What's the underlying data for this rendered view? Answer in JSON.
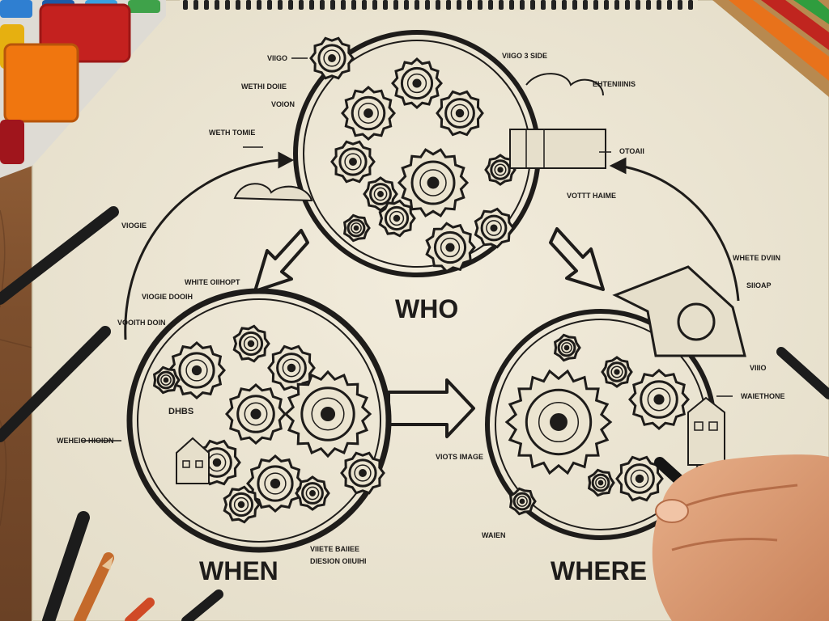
{
  "colors": {
    "desk": "#8a5a36",
    "paper": "#efe9d8",
    "ink": "#1e1c1a",
    "skin": "#e0a27c"
  },
  "main_labels": {
    "who": "WHO",
    "when": "WHEN",
    "where": "WHERE"
  },
  "scribble_labels": {
    "top_1": "VIIGO",
    "top_2": "VIIGO 3 SIDE",
    "top_3": "EHTENIIINIS",
    "top_left_1": "WETHI DOIIE",
    "top_left_2": "VOION",
    "left_1": "WETH TOMIE",
    "right_top": "OTOAII",
    "center_right": "VOTTT HAIME",
    "left_mid": "VIOGIE",
    "left_2": "WHITE OIIHOPT",
    "left_3": "VIOGIE DOOIH",
    "left_4": "VOOITH DOIN",
    "left_5": "WEHEIO HIOIDN",
    "right_1": "WHETE DVIIN",
    "right_2": "SIIOAP",
    "right_3": "VIIIO",
    "right_4": "WAIETHONE",
    "bottom_right_1": "VIOTS IMAGE",
    "bottom_center_1": "VIIETE BAIIEE",
    "bottom_center_2": "DIESION OIIUIHI",
    "bottom_right_2": "WAIEN",
    "gear_tag": "DHBS"
  }
}
